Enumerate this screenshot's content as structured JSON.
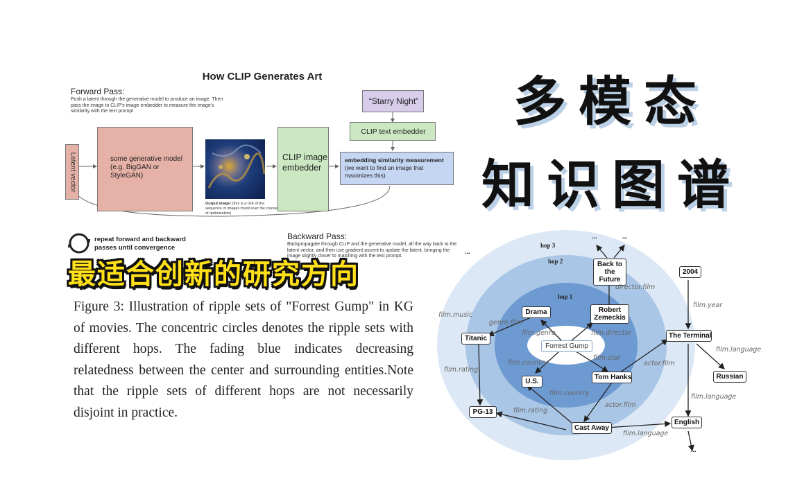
{
  "clip": {
    "title": "How CLIP Generates Art",
    "forward_title": "Forward Pass:",
    "forward_desc": "Push a latent through the generative model to produce an image. Then pass the image to CLIP's image embedder to measure the image's similarity with the text prompt",
    "latent": "Latent vector",
    "generative": "some generative model (e.g. BigGAN or StyleGAN)",
    "output_label": "Output image:",
    "output_desc": " (this is a GIF of the sequence of images found over the course of optimization)",
    "clip_image": "CLIP image embedder",
    "prompt": "“Starry Night”",
    "text_embedder": "CLIP text embedder",
    "similarity_bold": "embedding similarity measurement",
    "similarity_rest": " (we want to find an image that maximizes this)",
    "repeat": "repeat forward and backward passes until convergence",
    "backward_title": "Backward Pass:",
    "backward_desc": "Backpropagate through CLIP and the generative model, all the way back to the latent vector, and then use gradient ascent to update the latent, bringing the image slightly closer to matching with the text prompt."
  },
  "headline": {
    "line1": "多模态",
    "line2": "知识图谱"
  },
  "banner": "最适合创新的研究方向",
  "caption": "Figure 3: Illustration of ripple sets of \"Forrest Gump\" in KG of movies. The concentric circles denotes the ripple sets with different hops. The fading blue indicates decreasing relatedness between the center and surrounding entities.Note that the ripple sets of different hops are not necessarily disjoint in practice.",
  "kg": {
    "hops": [
      "hop 3",
      "hop 2",
      "hop 1"
    ],
    "center": "Forrest Gump",
    "nodes": {
      "back_to_future": "Back to\nthe Future",
      "year_2004": "2004",
      "drama": "Drama",
      "robert_zemeckis": "Robert\nZemeckis",
      "titanic": "Titanic",
      "the_terminal": "The Terminal",
      "us": "U.S.",
      "tom_hanks": "Tom Hanks",
      "russian": "Russian",
      "pg13": "PG-13",
      "cast_away": "Cast Away",
      "english": "English"
    },
    "edges": {
      "director_film": "director.film",
      "film_year": "film.year",
      "film_music": "film.music",
      "genre_film": "genre.film",
      "film_genre": "film.genre",
      "film_director": "film.director",
      "film_rating_1": "film.rating",
      "film_country_1": "film.country",
      "film_star": "film.star",
      "actor_film_1": "actor.film",
      "film_language_1": "film.language",
      "film_country_2": "film.country",
      "film_language_2": "film.language",
      "actor_film_2": "actor.film",
      "film_rating_2": "film.rating",
      "film_language_3": "film.language"
    },
    "ellipsis": "..."
  },
  "colors": {
    "ring_outer": "#dce8f5",
    "ring_mid": "#aac6e6",
    "ring_inner": "#6e9ad2",
    "latent_box": "#e6b1a6",
    "clip_box": "#cbe8c2",
    "prompt_box": "#d7cdea",
    "similarity_box": "#c5d6f2",
    "banner_yellow": "#ffe019"
  }
}
